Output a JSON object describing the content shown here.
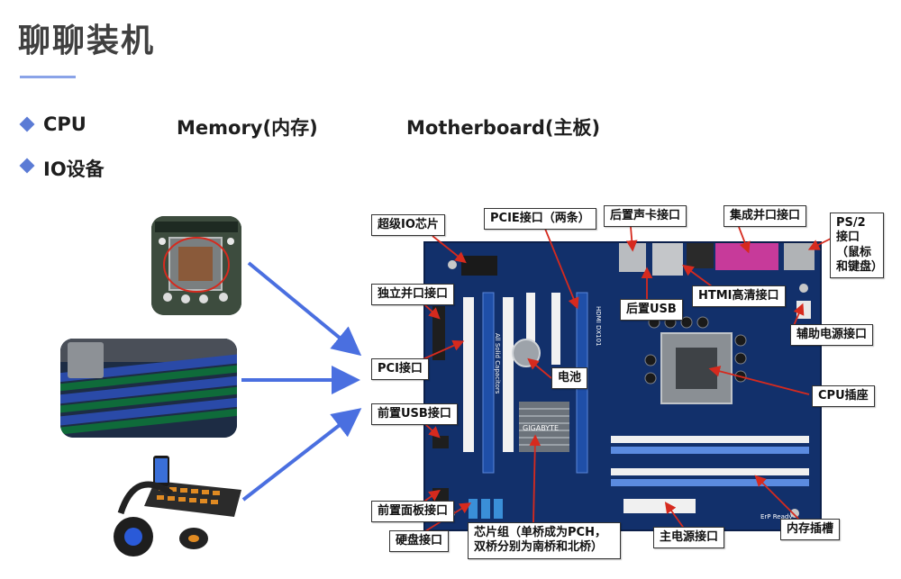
{
  "title": "聊聊装机",
  "bullets": {
    "row1": [
      "CPU",
      "Memory(内存)",
      "Motherboard(主板)"
    ],
    "row2": "IO设备"
  },
  "colors": {
    "accent": "#5b7bd5",
    "arrow": "#4a6fe0",
    "board": "#12306b",
    "pointer": "#d62a1e"
  },
  "photos": [
    "cpu-socket-photo",
    "memory-slots-photo",
    "keyboard-headset-phone-photo"
  ],
  "board": {
    "silkscreen": [
      "GIGABYTE",
      "HDMI DX101",
      "All Solid Capacitors",
      "ErP Ready"
    ]
  },
  "labels": {
    "super_io": "超级IO芯片",
    "pcie": "PCIE接口（两条）",
    "rear_audio": "后置声卡接口",
    "parallel_rear": "集成并口接口",
    "ps2": "PS/2 接口（鼠标和键盘）",
    "parallel_ind": "独立并口接口",
    "rear_usb": "后置USB",
    "hdmi": "HTMI高清接口",
    "aux_power": "辅助电源接口",
    "pci": "PCI接口",
    "battery": "电池",
    "cpu_socket": "CPU插座",
    "front_usb": "前置USB接口",
    "front_panel": "前置面板接口",
    "hdd": "硬盘接口",
    "chipset": "芯片组（单桥成为PCH，双桥分别为南桥和北桥）",
    "main_power": "主电源接口",
    "memory_slot": "内存插槽"
  }
}
